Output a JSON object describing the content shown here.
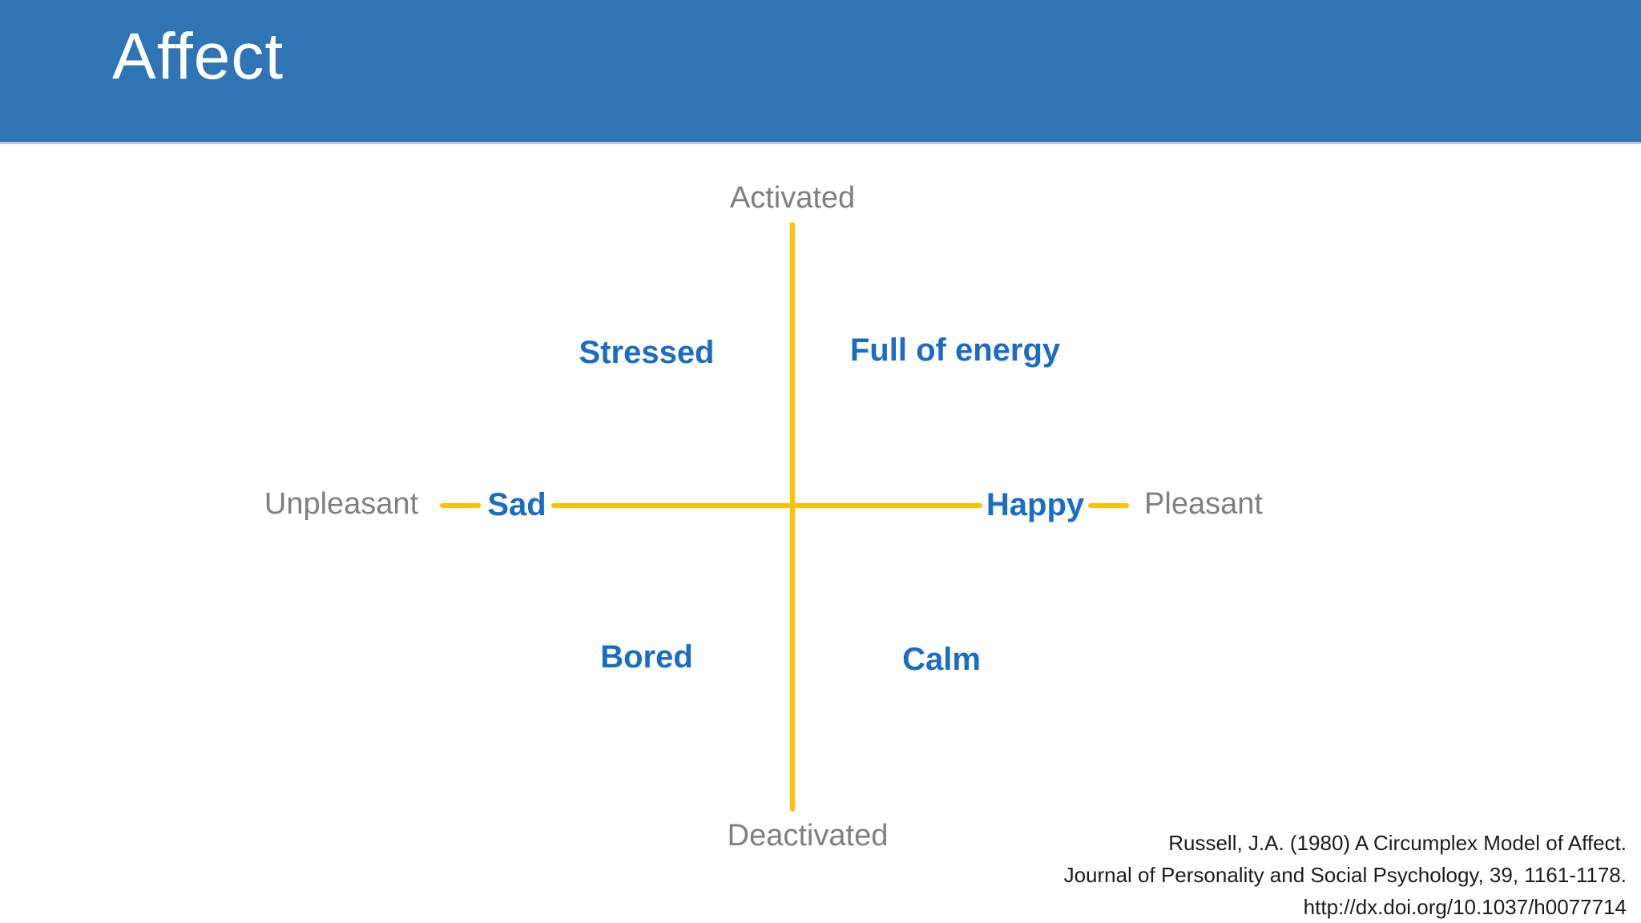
{
  "header": {
    "title": "Affect"
  },
  "diagram": {
    "type": "quadrant-diagram",
    "axes": {
      "vertical": {
        "top_label": "Activated",
        "bottom_label": "Deactivated"
      },
      "horizontal": {
        "left_label": "Unpleasant",
        "right_label": "Pleasant",
        "left_emotion": "Sad",
        "right_emotion": "Happy"
      }
    },
    "quadrants": {
      "top_left": "Stressed",
      "top_right": "Full of energy",
      "bottom_left": "Bored",
      "bottom_right": "Calm"
    }
  },
  "citation": {
    "line1": "Russell, J.A. (1980) A Circumplex Model of Affect.",
    "line2": "Journal of Personality and Social Psychology, 39, 1161-1178.",
    "line3": "http://dx.doi.org/10.1037/h0077714"
  },
  "colors": {
    "header_bg": "#2F74B5",
    "header_border": "#B3C9E2",
    "title_text": "#FFFFFF",
    "axis_line": "#FFC000",
    "axis_label": "#7F7F7F",
    "emotion_label": "#1B6CC4",
    "citation_text": "#1C1C1C"
  }
}
